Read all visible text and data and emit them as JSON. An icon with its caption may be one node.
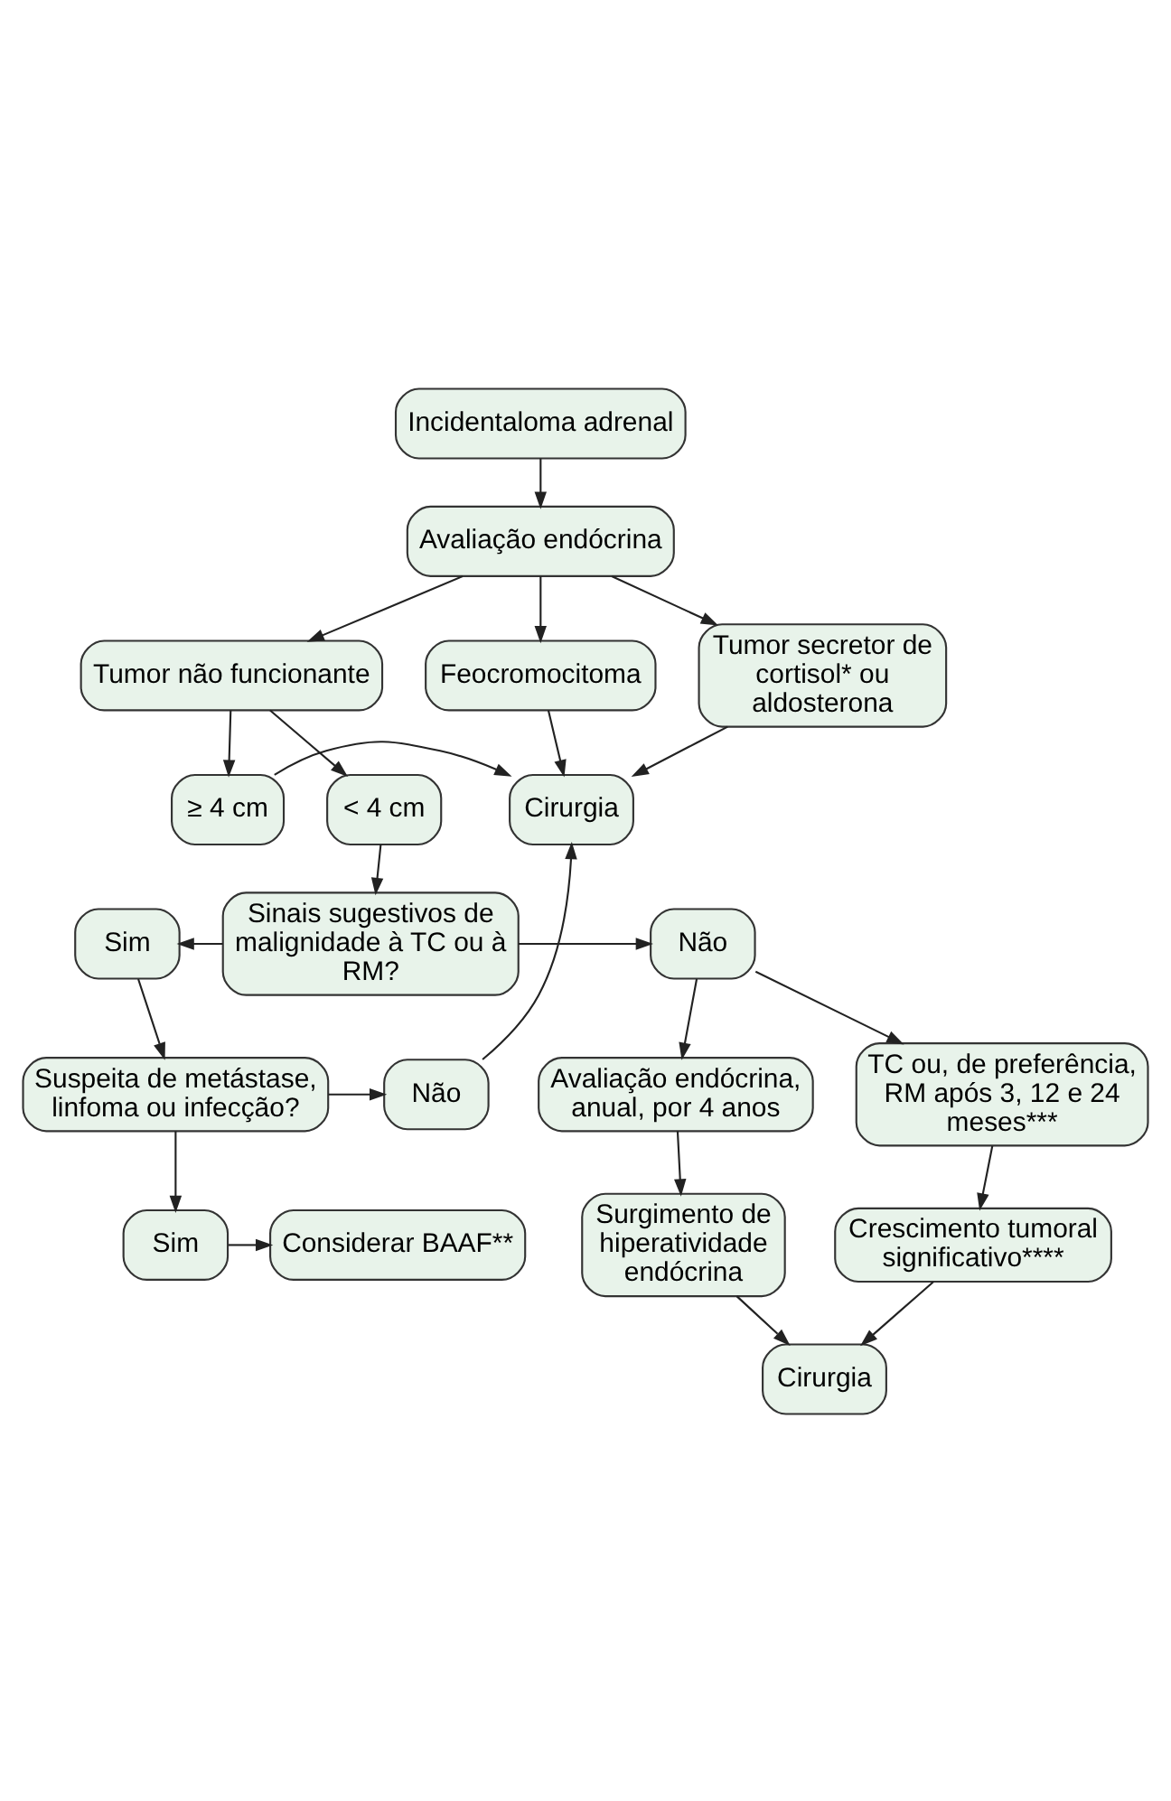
{
  "diagram": {
    "nodes": [
      {
        "text": [
          "Incidentaloma adrenal"
        ]
      },
      {
        "text": [
          "Avaliação endócrina"
        ]
      },
      {
        "text": [
          "Tumor secretor de cortisol* ou aldosterona"
        ]
      },
      {
        "text": [
          "Feocromocitoma"
        ]
      },
      {
        "text": [
          "Tumor não funcionante"
        ]
      },
      {
        "text": [
          "Cirurgia"
        ]
      },
      {
        "text": [
          "≥ 4 cm"
        ]
      },
      {
        "text": [
          "< 4 cm"
        ]
      },
      {
        "text": [
          "Não"
        ]
      },
      {
        "text": [
          "Suspeita de metástase, linfoma ou infecção?"
        ]
      },
      {
        "text": [
          "Considerar BAAF**"
        ]
      },
      {
        "text": [
          "Sim"
        ]
      },
      {
        "text": [
          "Sim"
        ]
      },
      {
        "text": [
          "Sinais sugestivos de malignidade à TC ou à RM?"
        ]
      },
      {
        "text": [
          "Não"
        ]
      },
      {
        "text": [
          "Avaliação endócrina, anual, por 4 anos"
        ]
      },
      {
        "text": [
          "TC ou, de preferência, RM após 3, 12 e 24 meses***"
        ]
      },
      {
        "text": [
          "Surgimento de hiperatividade endócrina"
        ]
      },
      {
        "text": [
          "Crescimento tumoral significativo****"
        ]
      },
      {
        "text": [
          "Cirurgia"
        ]
      }
    ],
    "edges": [
      {
        "from": 0,
        "to": 1,
        "arrow": "to"
      },
      {
        "from": 1,
        "to": 2,
        "arrow": "to"
      },
      {
        "from": 1,
        "to": 3,
        "arrow": "to"
      },
      {
        "from": 1,
        "to": 4,
        "arrow": "to"
      },
      {
        "from": 2,
        "to": 5,
        "arrow": "to"
      },
      {
        "from": 3,
        "to": 5,
        "arrow": "to"
      },
      {
        "from": 4,
        "to": 6,
        "arrow": "to"
      },
      {
        "from": 4,
        "to": 7,
        "arrow": "to"
      },
      {
        "from": 6,
        "to": 5,
        "arrow": "to"
      },
      {
        "from": 7,
        "to": 13,
        "arrow": "to"
      },
      {
        "from": 9,
        "to": 8,
        "arrow": "to"
      },
      {
        "from": 8,
        "to": 5,
        "arrow": "to"
      },
      {
        "from": 9,
        "to": 11,
        "arrow": "to"
      },
      {
        "from": 11,
        "to": 10,
        "arrow": "to"
      },
      {
        "from": 13,
        "to": 12,
        "arrow": "to"
      },
      {
        "from": 12,
        "to": 9,
        "arrow": "to"
      },
      {
        "from": 13,
        "to": 14,
        "arrow": "to"
      },
      {
        "from": 14,
        "to": 15,
        "arrow": "to"
      },
      {
        "from": 14,
        "to": 16,
        "arrow": "to"
      },
      {
        "from": 15,
        "to": 17,
        "arrow": "to"
      },
      {
        "from": 16,
        "to": 18,
        "arrow": "to"
      },
      {
        "from": 17,
        "to": 19,
        "arrow": "to"
      },
      {
        "from": 18,
        "to": 19,
        "arrow": "to"
      }
    ]
  }
}
